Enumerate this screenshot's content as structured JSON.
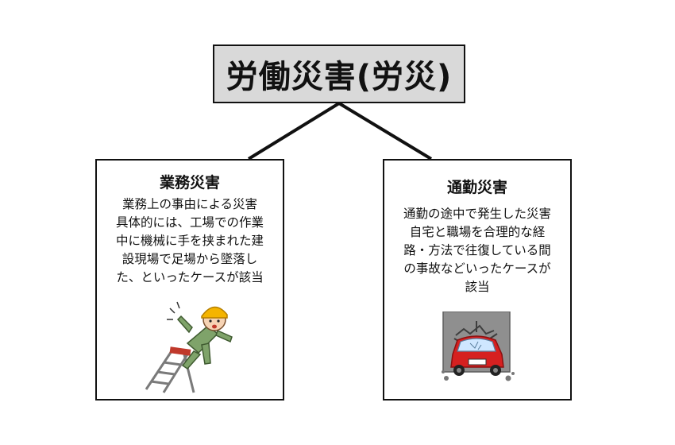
{
  "root": {
    "title": "労働災害(労災)"
  },
  "left": {
    "title": "業務災害",
    "lines": [
      "業務上の事由による災害",
      "具体的には、工場での作業",
      "中に機械に手を挟まれた建",
      "設現場で足場から墜落し",
      "た、といったケースが該当"
    ],
    "illustration": "worker-falling-from-ladder-icon"
  },
  "right": {
    "title": "通勤災害",
    "lines": [
      "通勤の途中で発生した災害",
      "自宅と職場を合理的な経",
      "路・方法で往復している間",
      "の事故などいったケースが",
      "該当"
    ],
    "illustration": "car-crash-into-wall-icon"
  },
  "colors": {
    "root_fill": "#d9d9d9",
    "border": "#111111",
    "helmet": "#f4b400",
    "car": "#d62020"
  }
}
